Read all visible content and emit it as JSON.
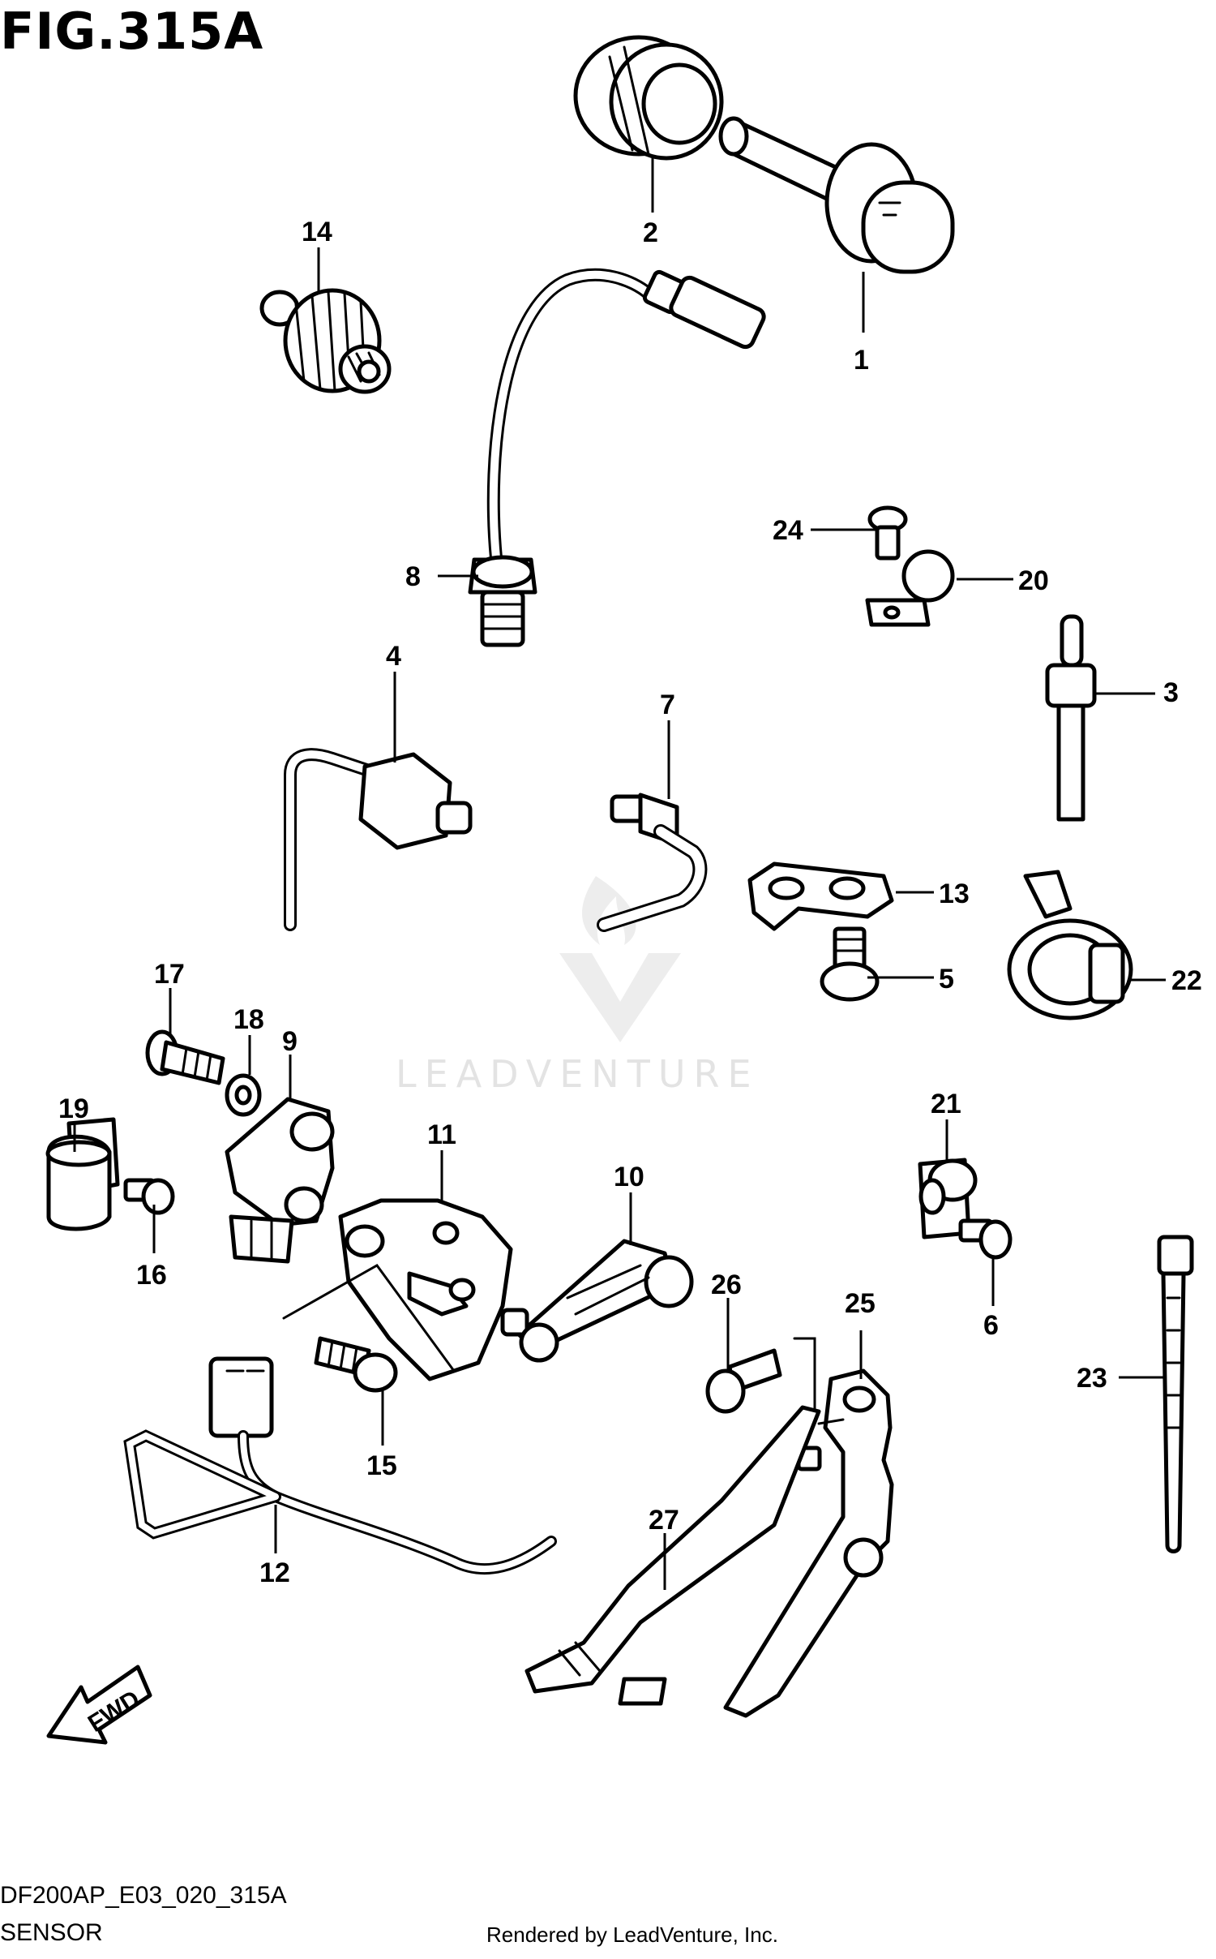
{
  "figure": {
    "title": "FIG.315A",
    "code": "DF200AP_E03_020_315A",
    "name": "SENSOR",
    "credit": "Rendered by LeadVenture, Inc.",
    "watermark": "LEADVENTURE",
    "fwd_label": "FWD"
  },
  "callouts": [
    "1",
    "2",
    "3",
    "4",
    "5",
    "6",
    "7",
    "8",
    "9",
    "10",
    "11",
    "12",
    "13",
    "14",
    "15",
    "16",
    "17",
    "18",
    "19",
    "20",
    "21",
    "22",
    "23",
    "24",
    "25",
    "26",
    "27"
  ],
  "colors": {
    "line": "#000000",
    "background": "#ffffff",
    "watermark": "#e3e3e3"
  }
}
